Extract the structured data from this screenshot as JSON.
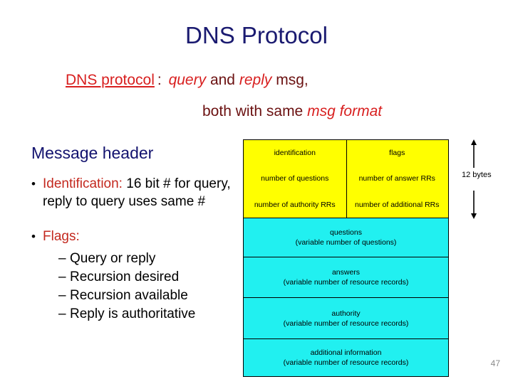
{
  "slide": {
    "title": "DNS Protocol",
    "page_number": "47",
    "title_color": "#1a1a70",
    "accent_red": "#d81f1f",
    "dark_red": "#6b1111"
  },
  "subtitle": {
    "keyword": "DNS protocol",
    "colon": ":",
    "query_word": "query",
    "and_word": "and",
    "reply_word": "reply",
    "msg_word": "msg,",
    "line2_prefix": "both with same",
    "line2_em": "msg format"
  },
  "left": {
    "section_heading": "Message header",
    "bullets": [
      {
        "label": "Identification:",
        "text": " 16 bit # for query, reply to query uses same #",
        "sub_items": []
      },
      {
        "label": "Flags:",
        "text": "",
        "sub_items": [
          "Query or reply",
          "Recursion desired",
          "Recursion available",
          "Reply is authoritative"
        ]
      }
    ],
    "dash": "–",
    "bullet_glyph": "•"
  },
  "diagram": {
    "header_color": "#ffff00",
    "body_color": "#21f0f0",
    "header_rows": [
      [
        "identification",
        "flags"
      ],
      [
        "number of questions",
        "number of answer RRs"
      ],
      [
        "number of authority RRs",
        "number of additional RRs"
      ]
    ],
    "sections": [
      {
        "title": "questions",
        "detail": "(variable number of questions)"
      },
      {
        "title": "answers",
        "detail": "(variable number of resource records)"
      },
      {
        "title": "authority",
        "detail": "(variable number of resource records)"
      },
      {
        "title": "additional information",
        "detail": "(variable number of resource records)"
      }
    ],
    "annotation": {
      "label": "12 bytes"
    }
  }
}
